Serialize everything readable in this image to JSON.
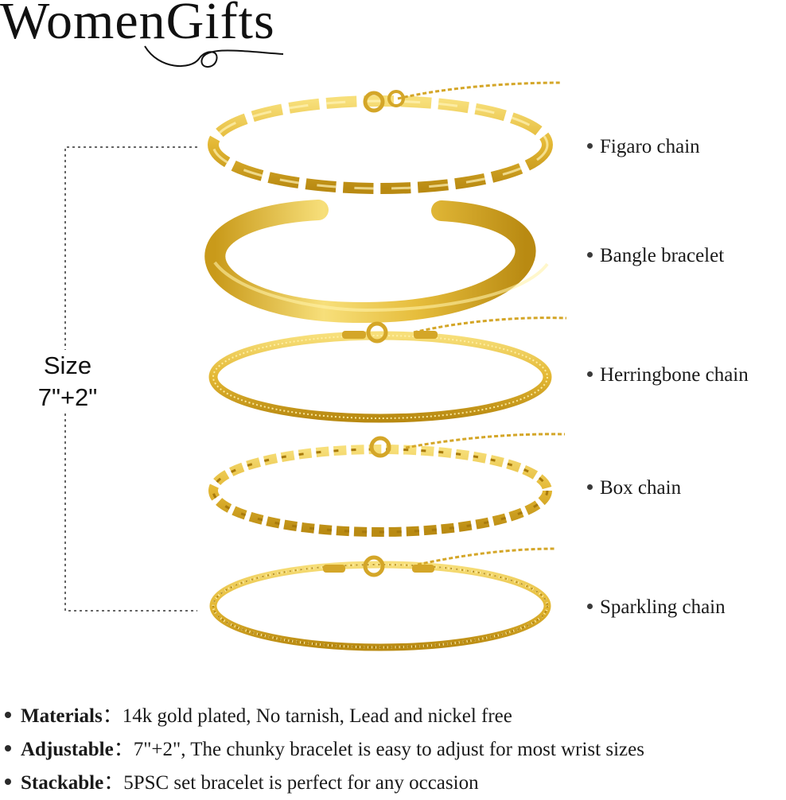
{
  "brand": {
    "name": "WomenGifts"
  },
  "size": {
    "label": "Size",
    "value": "7\"+2\""
  },
  "bracelets": [
    {
      "label": "Figaro chain"
    },
    {
      "label": "Bangle bracelet"
    },
    {
      "label": "Herringbone chain"
    },
    {
      "label": "Box chain"
    },
    {
      "label": "Sparkling chain"
    }
  ],
  "features": [
    {
      "title": "Materials",
      "text": "14k gold plated, No tarnish, Lead and nickel free"
    },
    {
      "title": "Adjustable",
      "text": "7\"+2\", The chunky bracelet is easy to adjust for most wrist sizes"
    },
    {
      "title": "Stackable",
      "text": "5PSC set bracelet is perfect for any occasion"
    }
  ],
  "colors": {
    "gold": "#e3b733",
    "gold_dark": "#b98a12",
    "gold_light": "#f7df7a",
    "text": "#1a1a1a"
  },
  "icons": [
    "infinity-swash-icon",
    "bullet-dot-icon"
  ]
}
